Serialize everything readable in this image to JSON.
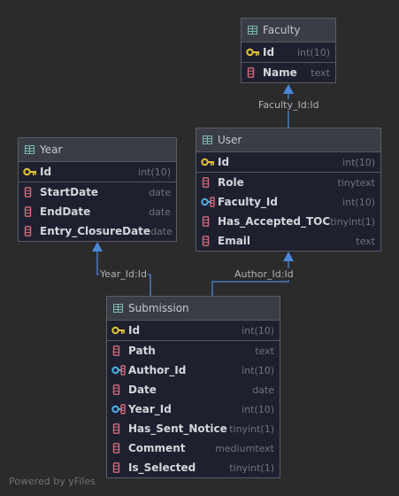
{
  "tables": {
    "faculty": {
      "name": "Faculty",
      "pk": [
        {
          "name": "Id",
          "type": "int(10)",
          "icon": "primary-key-icon"
        }
      ],
      "cols": [
        {
          "name": "Name",
          "type": "text",
          "icon": "column-icon"
        }
      ]
    },
    "year": {
      "name": "Year",
      "pk": [
        {
          "name": "Id",
          "type": "int(10)",
          "icon": "primary-key-icon"
        }
      ],
      "cols": [
        {
          "name": "StartDate",
          "type": "date",
          "icon": "column-icon"
        },
        {
          "name": "EndDate",
          "type": "date",
          "icon": "column-icon"
        },
        {
          "name": "Entry_ClosureDate",
          "type": "date",
          "icon": "column-icon"
        }
      ]
    },
    "user": {
      "name": "User",
      "pk": [
        {
          "name": "Id",
          "type": "int(10)",
          "icon": "primary-key-icon"
        }
      ],
      "cols": [
        {
          "name": "Role",
          "type": "tinytext",
          "icon": "column-icon"
        },
        {
          "name": "Faculty_Id",
          "type": "int(10)",
          "icon": "foreign-key-icon"
        },
        {
          "name": "Has_Accepted_TOC",
          "type": "tinyint(1)",
          "icon": "column-icon"
        },
        {
          "name": "Email",
          "type": "text",
          "icon": "column-icon"
        }
      ]
    },
    "submission": {
      "name": "Submission",
      "pk": [
        {
          "name": "Id",
          "type": "int(10)",
          "icon": "primary-key-icon"
        }
      ],
      "cols": [
        {
          "name": "Path",
          "type": "text",
          "icon": "column-icon"
        },
        {
          "name": "Author_Id",
          "type": "int(10)",
          "icon": "foreign-key-icon"
        },
        {
          "name": "Date",
          "type": "date",
          "icon": "column-icon"
        },
        {
          "name": "Year_Id",
          "type": "int(10)",
          "icon": "foreign-key-icon"
        },
        {
          "name": "Has_Sent_Notice",
          "type": "tinyint(1)",
          "icon": "column-icon"
        },
        {
          "name": "Comment",
          "type": "mediumtext",
          "icon": "column-icon"
        },
        {
          "name": "Is_Selected",
          "type": "tinyint(1)",
          "icon": "column-icon"
        }
      ]
    }
  },
  "relations": {
    "faculty_id": "Faculty_Id:Id",
    "year_id": "Year_Id:Id",
    "author_id": "Author_Id:Id"
  },
  "colors": {
    "background": "#2b2b2b",
    "edge": "#4a88d8",
    "key": "#e2c23a",
    "column": "#d26b7a"
  },
  "watermark": "Powered by yFiles"
}
